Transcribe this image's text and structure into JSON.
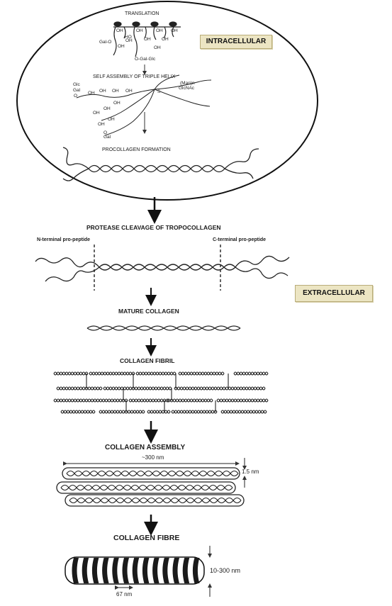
{
  "intracellular_badge": "INTRACELLULAR",
  "extracellular_badge": "EXTRACELLULAR",
  "steps": {
    "translation": "TRANSLATION",
    "self_assembly": "SELF ASSEMBLY OF TRIPLE HELIX",
    "procollagen": "PROCOLLAGEN FORMATION",
    "protease": "PROTEASE CLEAVAGE OF TROPOCOLLAGEN",
    "mature": "MATURE COLLAGEN",
    "fibril": "COLLAGEN FIBRIL",
    "assembly": "COLLAGEN ASSEMBLY",
    "fibre": "COLLAGEN FIBRE"
  },
  "peptides": {
    "n_terminal": "N-terminal pro-peptide",
    "c_terminal": "C-terminal pro-peptide"
  },
  "chem_labels": {
    "oh": "OH",
    "ho": "HO",
    "gal_o": "Gal-O",
    "o_gal_glc": "O-Gal-Glc",
    "glc": "Glc",
    "gal": "Gal",
    "o": "O",
    "man": "(Man)n",
    "glcnac": "GlcNAc",
    "gal_short": "Gal",
    "s": "S"
  },
  "measurements": {
    "length": "~300 nm",
    "diameter": "1.5 nm",
    "fibre_diameter": "10-300 nm",
    "period": "67 nm"
  }
}
